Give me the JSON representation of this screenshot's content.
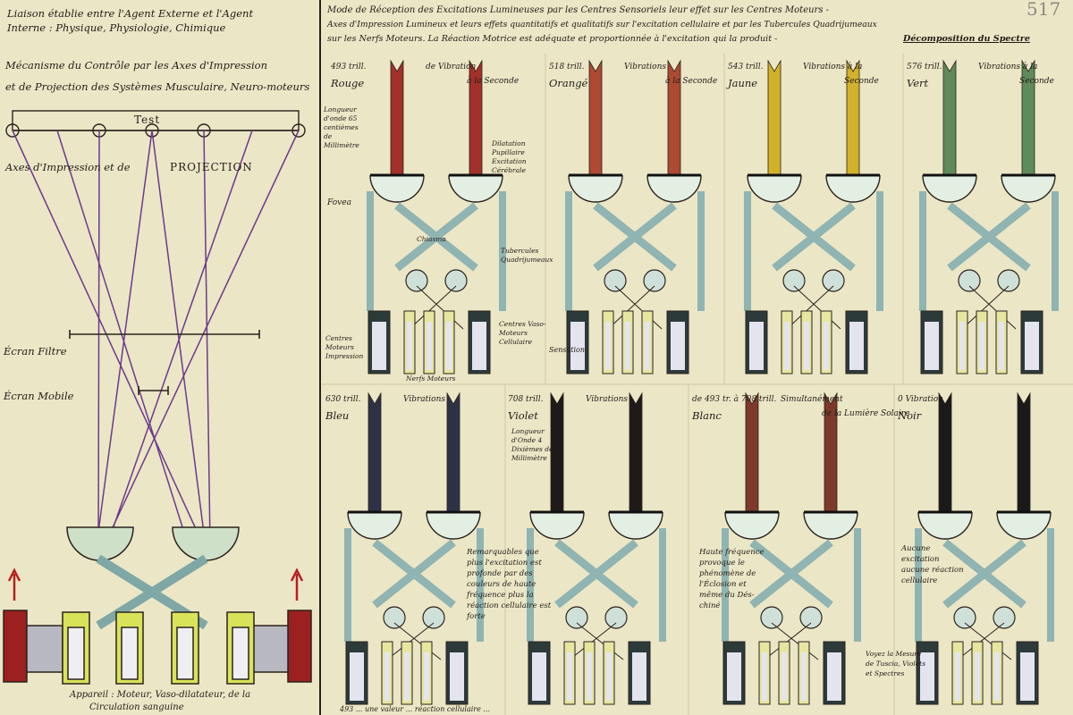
{
  "left": {
    "header_line1": "Liaison établie entre l'Agent Externe et l'Agent",
    "header_line2": "Interne : Physique, Physiologie, Chimique",
    "title_line1": "Mécanisme du Contrôle par les Axes d'Impression",
    "title_line2": "et de Projection des Systèmes Musculaire, Neuro-moteurs",
    "test_label": "Test",
    "axes_label_a": "Axes d'Impression et de",
    "axes_label_b": "PROJECTION",
    "ecran_filtre": "Écran Filtre",
    "ecran_mobile": "Écran Mobile",
    "footer_line1": "Appareil : Moteur, Vaso-dilatateur, de la",
    "footer_line2": "Circulation sanguine"
  },
  "right": {
    "header_line1": "Mode de Réception des Excitations Lumineuses par les Centres Sensoriels leur effet sur les Centres Moteurs -",
    "header_line2": "Axes d'Impression Lumineux et leurs effets quantitatifs et qualitatifs sur l'excitation cellulaire et par les Tubercules Quadrijumeaux",
    "header_line3": "sur les Nerfs Moteurs. La Réaction Motrice est adéquate et proportionnée à l'excitation qui la produit -",
    "header_emph": "Décomposition du Spectre",
    "page_number": "517"
  },
  "panels": [
    {
      "id": "rouge",
      "wave": "493 trill.",
      "name": "Rouge",
      "vibr": "de Vibration",
      "per_sec": "à la Seconde",
      "color": "#a3302a"
    },
    {
      "id": "orange",
      "wave": "518 trill.",
      "name": "Orangé",
      "vibr": "Vibrations",
      "per_sec": "à la Seconde",
      "color": "#ad4a33"
    },
    {
      "id": "jaune",
      "wave": "543 trill.",
      "name": "Jaune",
      "vibr": "Vibrations à la",
      "per_sec": "Seconde",
      "color": "#d1b12a"
    },
    {
      "id": "vert",
      "wave": "576 trill.",
      "name": "Vert",
      "vibr": "Vibrations à la",
      "per_sec": "Seconde",
      "color": "#5f8a5c"
    },
    {
      "id": "bleu",
      "wave": "630 trill.",
      "name": "Bleu",
      "vibr": "Vibrations",
      "per_sec": "",
      "color": "#2f3247"
    },
    {
      "id": "violet",
      "wave": "708 trill.",
      "name": "Violet",
      "vibr": "Vibrations",
      "per_sec": "",
      "color": "#1f1a1a"
    },
    {
      "id": "blanc",
      "wave": "de 493 tr. à 708 trill.",
      "name": "Blanc",
      "vibr": "Simultanément",
      "per_sec": "de la Lumière Solaire",
      "color": "#7d3a2a"
    },
    {
      "id": "noir",
      "wave": "0 Vibration",
      "name": "Noir",
      "vibr": "",
      "per_sec": "",
      "color": "#1a1a1a"
    }
  ],
  "annotations": {
    "onde": "Longueur d'onde 65 centièmes de Millimètre",
    "dilatation": "Dilatation Pupillaire Excitation Cérébrale",
    "fovea": "Fovea",
    "chiasma": "Chiasma",
    "tubercules": "Tubercules Quadrijumeaux",
    "centres_impression": "Centres Moteurs Impression",
    "centres_vaso": "Centres Vaso-Moteurs Cellulaire",
    "sensation": "Sensation",
    "nerfs": "Nerfs Moteurs",
    "violet_onde": "Longueur d'Onde 4 Dixièmes de Millimètre",
    "bleu_note": "Remarquables que plus l'excitation est profonde par des couleurs de haute fréquence plus la réaction cellulaire est forte",
    "blanc_note": "Haute fréquence provoque le phénomène de l'Éclosion et même du Dés-chiné",
    "noir_note": "Aucune excitation aucune réaction cellulaire",
    "voir_note": "Voyez la Mesure de Tuscia, Violets et Spectres",
    "bottom_line": "493 ... une valeur ... réaction cellulaire ..."
  }
}
